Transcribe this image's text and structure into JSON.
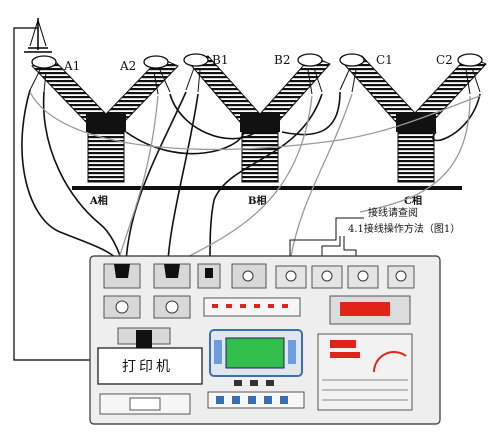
{
  "breakers": [
    {
      "left_label": "A1",
      "right_label": "A2",
      "phase_label": "A相"
    },
    {
      "left_label": "B1",
      "right_label": "B2",
      "phase_label": "B相"
    },
    {
      "left_label": "C1",
      "right_label": "C2",
      "phase_label": "C相"
    }
  ],
  "note": {
    "line1": "接线请查阅",
    "line2": "4.1接线操作方法（图1）"
  },
  "printer_label": "打印机",
  "colors": {
    "line": "#000000",
    "panel": "#eeeeee",
    "lcd": "#2fbf4a",
    "display_red": "#e2231a"
  }
}
